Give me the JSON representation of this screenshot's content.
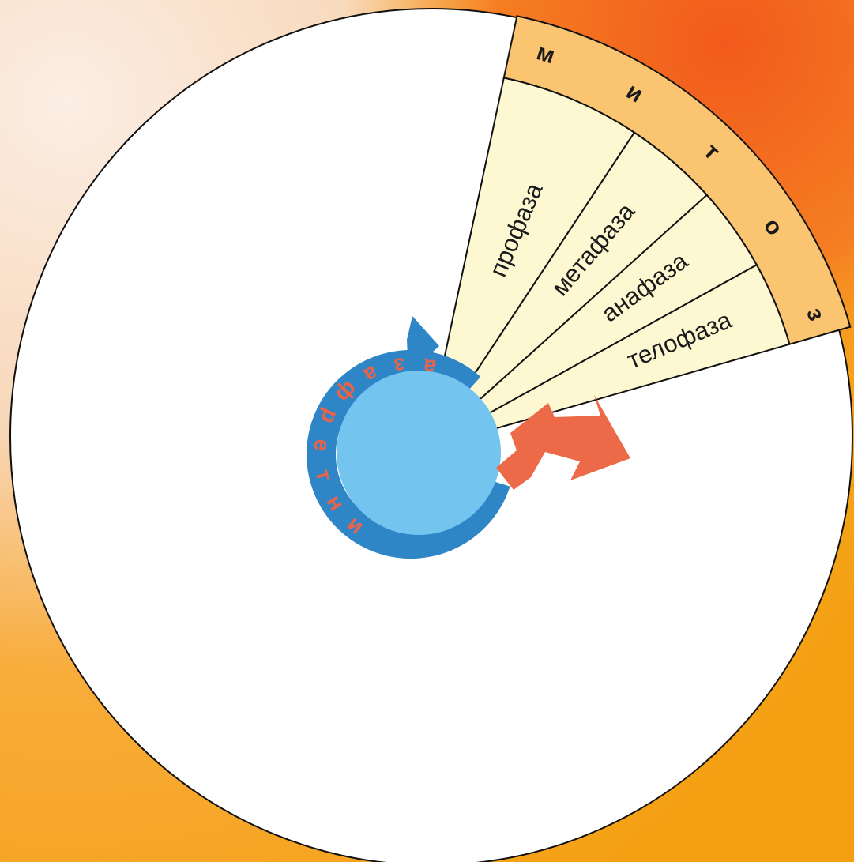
{
  "diagram": {
    "mitosis_label": "митоз",
    "interphase_label": "интерфаза",
    "phases": [
      {
        "label": "профаза"
      },
      {
        "label": "метафаза"
      },
      {
        "label": "анафаза"
      },
      {
        "label": "телофаза"
      }
    ]
  },
  "colors": {
    "background_orange": "#f7a21b",
    "background_light": "#fbe9dc",
    "circle_fill": "#ffffff",
    "sector_fill": "#fdf8d2",
    "outer_band_fill": "#fbc470",
    "interphase_ring": "#2f86c6",
    "interphase_core": "#74c4f0",
    "interphase_text": "#e8634a",
    "exit_arrow": "#ec6a48",
    "line": "#111111"
  }
}
